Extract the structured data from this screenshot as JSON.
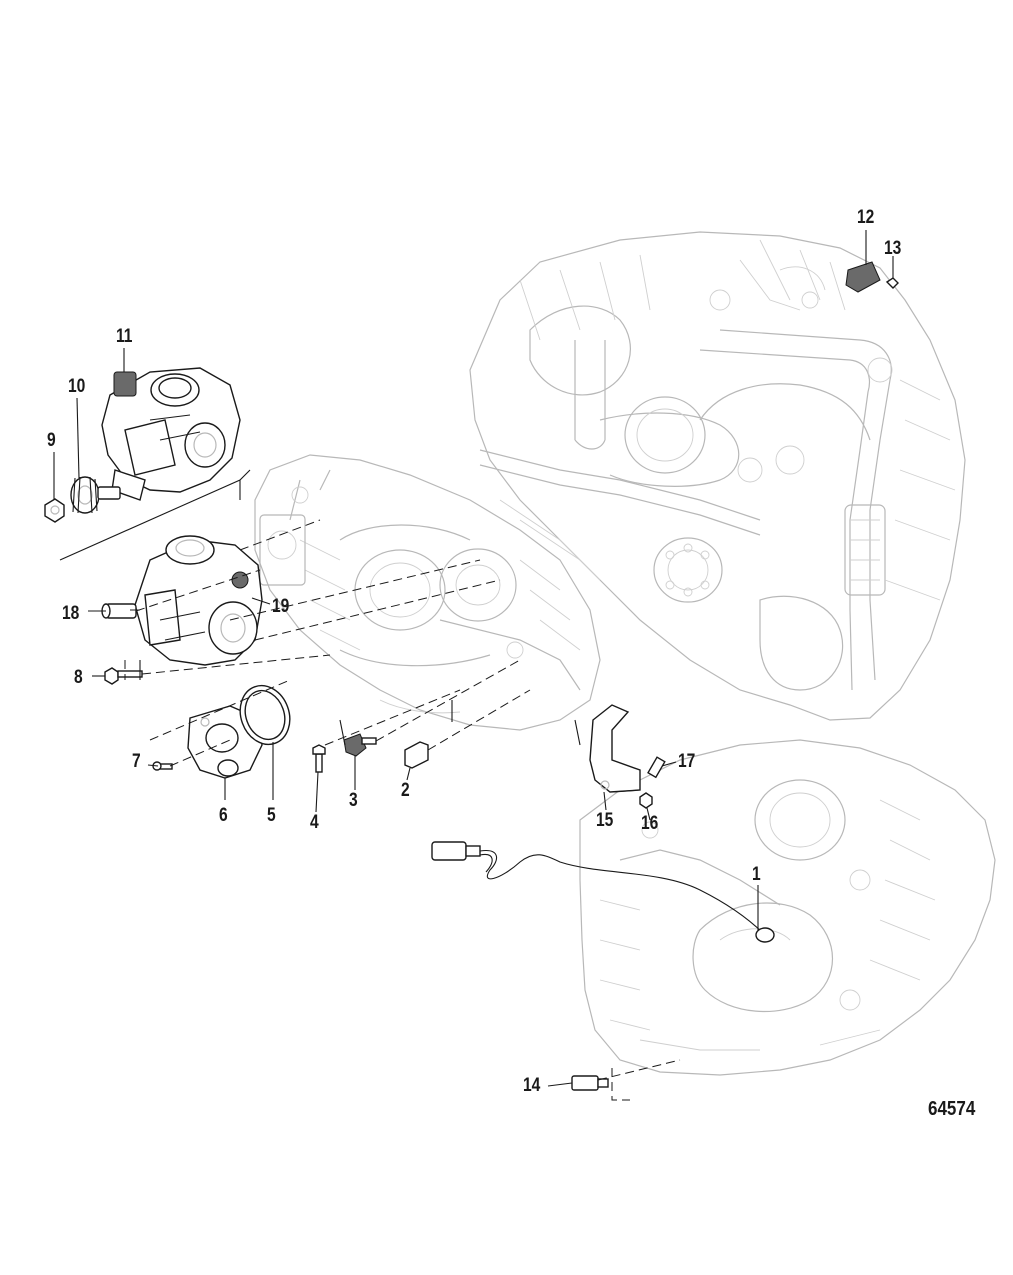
{
  "figure_number": "64574",
  "callouts": [
    {
      "id": "1",
      "label": "1"
    },
    {
      "id": "2",
      "label": "2"
    },
    {
      "id": "3",
      "label": "3"
    },
    {
      "id": "4",
      "label": "4"
    },
    {
      "id": "5",
      "label": "5"
    },
    {
      "id": "6",
      "label": "6"
    },
    {
      "id": "7",
      "label": "7"
    },
    {
      "id": "8",
      "label": "8"
    },
    {
      "id": "9",
      "label": "9"
    },
    {
      "id": "10",
      "label": "10"
    },
    {
      "id": "11",
      "label": "11"
    },
    {
      "id": "12",
      "label": "12"
    },
    {
      "id": "13",
      "label": "13"
    },
    {
      "id": "14",
      "label": "14"
    },
    {
      "id": "15",
      "label": "15"
    },
    {
      "id": "16",
      "label": "16"
    },
    {
      "id": "17",
      "label": "17"
    },
    {
      "id": "18",
      "label": "18"
    },
    {
      "id": "19",
      "label": "19"
    }
  ],
  "colors": {
    "line": "#1a1a1a",
    "background_engine": "#b8b8b8",
    "paper": "#ffffff"
  }
}
